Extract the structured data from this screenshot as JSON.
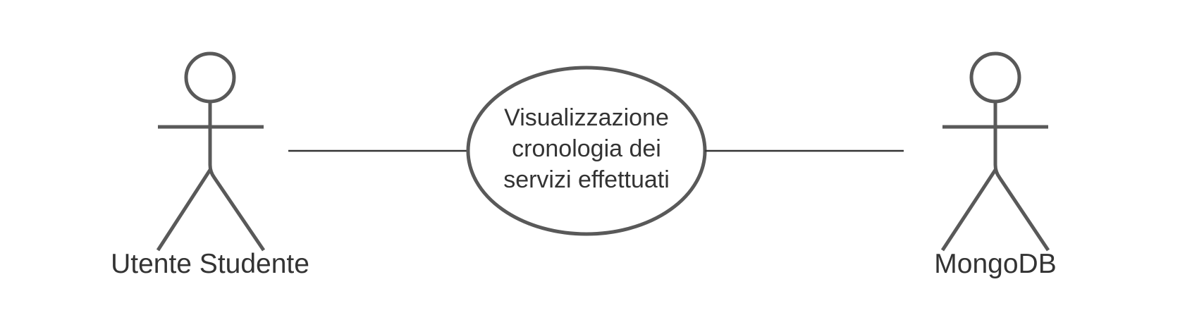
{
  "actors": [
    {
      "label": "Utente Studente"
    },
    {
      "label": "MongoDB"
    }
  ],
  "use_case": {
    "lines": [
      "Visualizzazione",
      "cronologia dei",
      "servizi effettuati"
    ]
  },
  "colors": {
    "stroke": "#595959",
    "text": "#333333",
    "background": "#ffffff"
  }
}
